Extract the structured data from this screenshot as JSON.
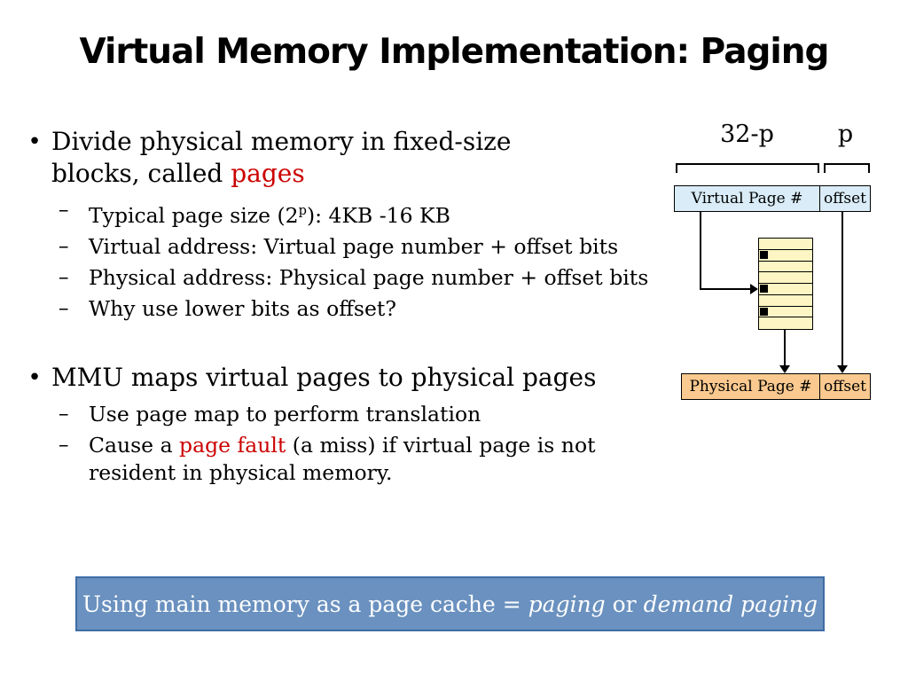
{
  "title": "Virtual Memory Implementation: Paging",
  "markers": {
    "bullet": "•",
    "dash": "–"
  },
  "bullets": {
    "b1": {
      "lead": "Divide physical memory in fixed-size blocks, called ",
      "highlight": "pages",
      "subs": {
        "s1": {
          "pre": "Typical page size (2",
          "sup": "p",
          "post": "): 4KB -16 KB"
        },
        "s2": "Virtual address: Virtual page number + offset bits",
        "s3": "Physical address: Physical page number + offset bits",
        "s4": "Why use lower bits as offset?"
      }
    },
    "b2": {
      "text": "MMU maps virtual pages to physical pages",
      "subs": {
        "s1": "Use page map to perform translation",
        "s2": {
          "pre": "Cause a ",
          "highlight": "page fault",
          "post": " (a miss) if virtual page is not resident in physical memory."
        }
      }
    }
  },
  "callout": {
    "pre": "Using main memory as a page cache = ",
    "italic1": "paging",
    "mid": " or ",
    "italic2": "demand paging"
  },
  "diagram": {
    "bits_high_label": "32-p",
    "bits_low_label": "p",
    "virtual_page_label": "Virtual Page #",
    "offset_top_label": "offset",
    "physical_page_label": "Physical Page #",
    "offset_bottom_label": "offset",
    "page_table": {
      "rows": 8,
      "valid_rows": [
        1,
        4,
        6
      ]
    }
  },
  "colors": {
    "highlight_red": "#cc0000",
    "callout_fill": "#6a91bf",
    "callout_border": "#3e6ca6",
    "virtual_box_fill": "#d9ecf7",
    "physical_box_fill": "#f9c98f",
    "page_table_fill": "#fdf6c4"
  }
}
